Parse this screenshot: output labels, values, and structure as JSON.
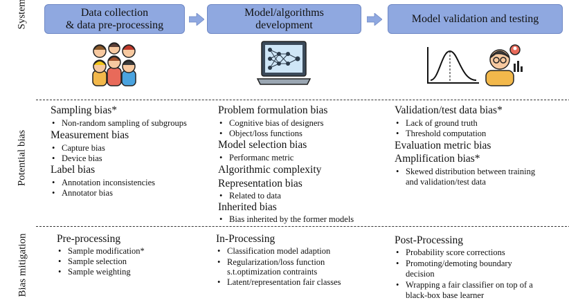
{
  "row_labels": {
    "system": "System",
    "potential_bias": "Potential bias",
    "bias_mitigation": "Bias mitigation"
  },
  "stages": [
    {
      "line1": "Data collection",
      "line2": "& data pre-processing"
    },
    {
      "line1": "Model/algorithms",
      "line2": "development"
    },
    {
      "line1": "Model validation and testing",
      "line2": ""
    }
  ],
  "potential_bias": {
    "col1": {
      "sampling": {
        "title": "Sampling bias*",
        "items": [
          "Non-random sampling of subgroups"
        ]
      },
      "measurement": {
        "title": "Measurement bias",
        "items": [
          "Capture bias",
          "Device bias"
        ]
      },
      "label": {
        "title": "Label bias",
        "items": [
          "Annotation inconsistencies",
          "Annotator bias"
        ]
      }
    },
    "col2": {
      "problem": {
        "title": "Problem formulation bias",
        "items": [
          "Cognitive bias of designers",
          "Object/loss functions"
        ]
      },
      "model_selection": {
        "title": "Model selection bias",
        "items": [
          "Performanc metric"
        ]
      },
      "complexity": {
        "title": "Algorithmic complexity"
      },
      "representation": {
        "title": "Representation bias",
        "items": [
          "Related to data"
        ]
      },
      "inherited": {
        "title": "Inherited bias",
        "items": [
          "Bias inherited by the former models"
        ]
      }
    },
    "col3": {
      "validation": {
        "title": "Validation/test data bias*",
        "items": [
          "Lack of ground truth",
          "Threshold computation"
        ]
      },
      "evaluation": {
        "title": "Evaluation metric  bias"
      },
      "amplification": {
        "title": "Amplification bias*",
        "items": [
          "Skewed distribution between training",
          "and validation/test data"
        ]
      }
    }
  },
  "mitigation": {
    "col1": {
      "title": "Pre-processing",
      "items": [
        "Sample modification*",
        "Sample selection",
        "Sample weighting"
      ]
    },
    "col2": {
      "title": "In-Processing",
      "items": [
        "Classification model adaption",
        "Regularization/loss function",
        "s.t.optimization contraints",
        "Latent/representation fair classes"
      ]
    },
    "col3": {
      "title": "Post-Processing",
      "items": [
        "Probability score corrections",
        "Promoting/demoting boundary",
        "decision",
        "Wrapping a fair classifier on top of a",
        "black-box base learner"
      ]
    }
  },
  "icons": {
    "people": "group-of-people-icon",
    "network": "neural-network-laptop-icon",
    "curve": "distribution-curve-icon",
    "analyst": "person-analyzing-icon"
  },
  "colors": {
    "stage_fill": "#8fa8e0",
    "arrow_fill": "#8fa8e0",
    "dash": "#333333"
  }
}
